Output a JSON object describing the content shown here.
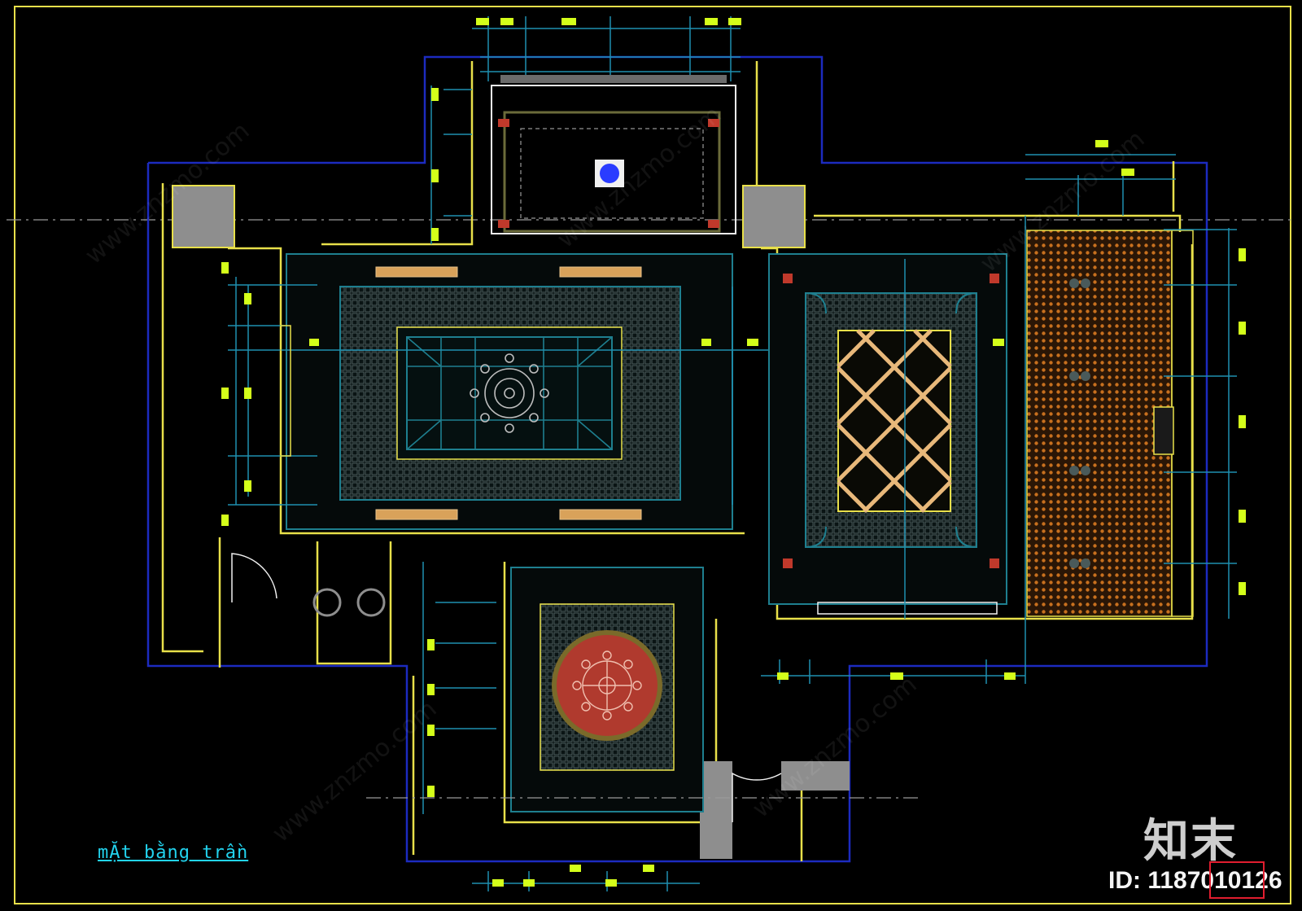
{
  "drawing": {
    "title": "mẶt bằng trần",
    "brand": "知末",
    "id_label": "ID: 1187010126",
    "watermark": "www.znzmo.com"
  },
  "colors": {
    "background": "#000000",
    "frame": "#e8e04a",
    "wall": "#e8e04a",
    "outline": "#1c2bbf",
    "dimension": "#1f8fb0",
    "dim_text": "#d4ff1a",
    "ornament": "#1e7f8f",
    "column": "#8e8e8e",
    "wood": "#c8924a",
    "accent_red": "#c0392b",
    "light_blue": "#2a3cff",
    "title_text": "#22d3ee"
  }
}
